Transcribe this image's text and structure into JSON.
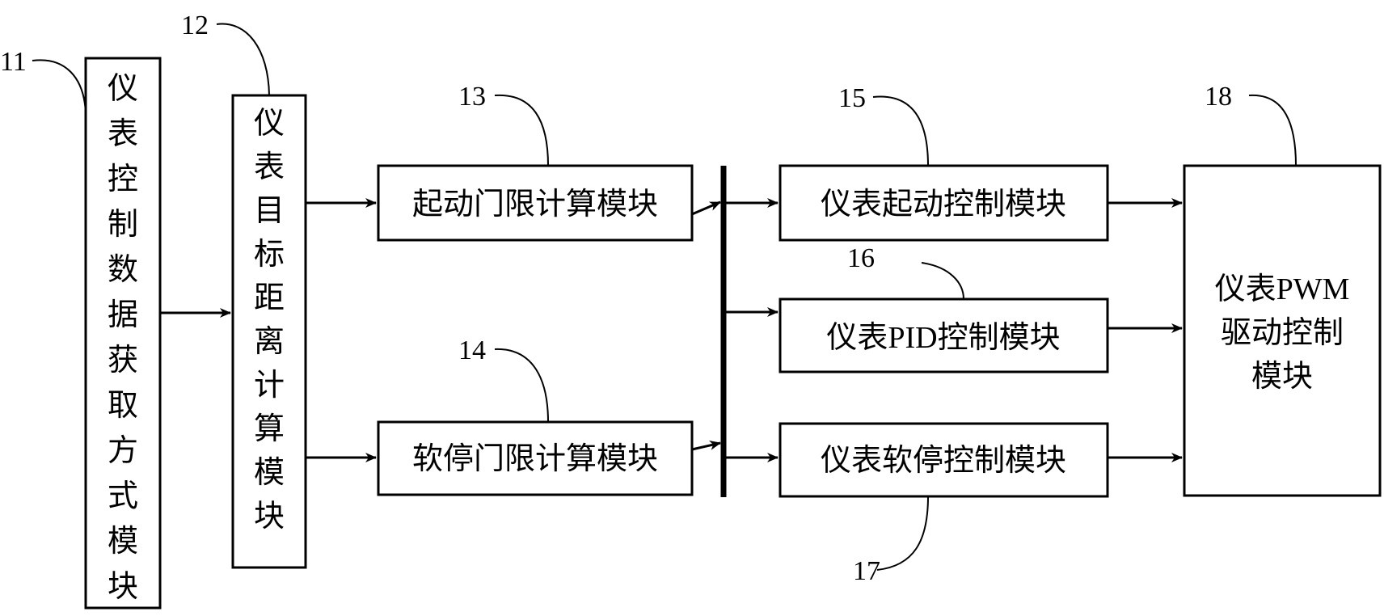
{
  "modules": {
    "m11": {
      "number": "11",
      "label": "仪表控制数据获取方式模块"
    },
    "m12": {
      "number": "12",
      "label": "仪表目标距离计算模块"
    },
    "m13": {
      "number": "13",
      "label": "起动门限计算模块"
    },
    "m14": {
      "number": "14",
      "label": "软停门限计算模块"
    },
    "m15": {
      "number": "15",
      "label": "仪表起动控制模块"
    },
    "m16": {
      "number": "16",
      "label": "仪表PID控制模块"
    },
    "m17": {
      "number": "17",
      "label": "仪表软停控制模块"
    },
    "m18": {
      "number": "18",
      "label_lines": [
        "仪表PWM",
        "驱动控制",
        "模块"
      ]
    }
  }
}
